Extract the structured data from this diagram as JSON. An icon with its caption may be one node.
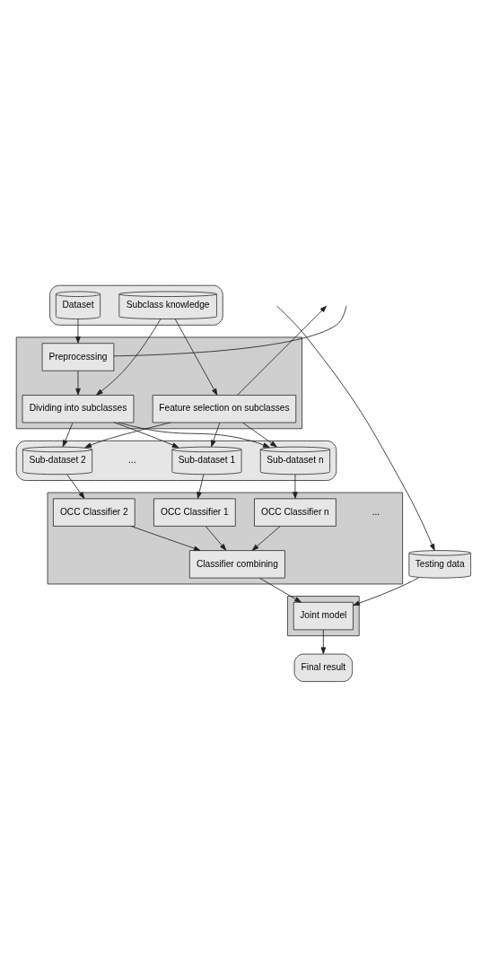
{
  "diagram": {
    "nodes": [
      {
        "text": [],
        "shape": "box"
      },
      {
        "text": [
          "Dataset"
        ],
        "in": 0
      },
      {
        "text": [
          "Subclass knowledge"
        ],
        "in": 0
      },
      {
        "text": [],
        "shape": "box"
      },
      {
        "text": [
          "Preprocessing"
        ],
        "in": 3
      },
      {
        "text": [
          "Dividing into subclasses"
        ],
        "in": 3
      },
      {
        "text": [
          "Feature selection on subclasses"
        ],
        "in": 3
      },
      {
        "text": [],
        "shape": "box"
      },
      {
        "text": [
          "Sub-dataset 1"
        ],
        "in": 7
      },
      {
        "text": [
          "Sub-dataset 2"
        ],
        "in": 7
      },
      {
        "text": [
          "Sub-dataset n"
        ],
        "in": 7
      },
      {
        "text": [],
        "shape": "box"
      },
      {
        "text": [
          "OCC Classifier 1"
        ],
        "in": 11
      },
      {
        "text": [
          "OCC Classifier 2"
        ],
        "in": 11
      },
      {
        "text": [
          "OCC Classifier n"
        ],
        "in": 11
      },
      {
        "text": [
          "Classifier combining"
        ],
        "in": 11
      },
      {
        "text": [],
        "shape": "box"
      },
      {
        "text": [
          "Joint model"
        ],
        "in": 16
      },
      {
        "text": [
          "Testing data"
        ]
      },
      {
        "text": [
          "Final result"
        ]
      }
    ],
    "edges": [
      {
        "from": 1,
        "to": 4,
        "arrow": "to"
      },
      {
        "from": 4,
        "to": 5,
        "arrow": "to"
      },
      {
        "from": 2,
        "to": 5,
        "arrow": "to"
      },
      {
        "from": 2,
        "to": 6,
        "arrow": "to"
      },
      {
        "from": 4,
        "to": null,
        "arrow": "none"
      },
      {
        "from": 6,
        "to": null,
        "arrow": "to"
      },
      {
        "from": 5,
        "to": 8,
        "arrow": "to"
      },
      {
        "from": 5,
        "to": 9,
        "arrow": "to"
      },
      {
        "from": 5,
        "to": 10,
        "arrow": "to"
      },
      {
        "from": 6,
        "to": 8,
        "arrow": "to"
      },
      {
        "from": 6,
        "to": 9,
        "arrow": "to"
      },
      {
        "from": 6,
        "to": 10,
        "arrow": "to"
      },
      {
        "from": 8,
        "to": 12,
        "arrow": "to"
      },
      {
        "from": 9,
        "to": 13,
        "arrow": "to"
      },
      {
        "from": 10,
        "to": 14,
        "arrow": "to"
      },
      {
        "from": 12,
        "to": 15,
        "arrow": "to"
      },
      {
        "from": 13,
        "to": 15,
        "arrow": "to"
      },
      {
        "from": 14,
        "to": 15,
        "arrow": "to"
      },
      {
        "from": 15,
        "to": 17,
        "arrow": "to"
      },
      {
        "from": null,
        "to": 18,
        "arrow": "to"
      },
      {
        "from": 18,
        "to": 17,
        "arrow": "to"
      },
      {
        "from": 17,
        "to": 19,
        "arrow": "to"
      }
    ],
    "labels": [
      "...",
      "..."
    ]
  }
}
